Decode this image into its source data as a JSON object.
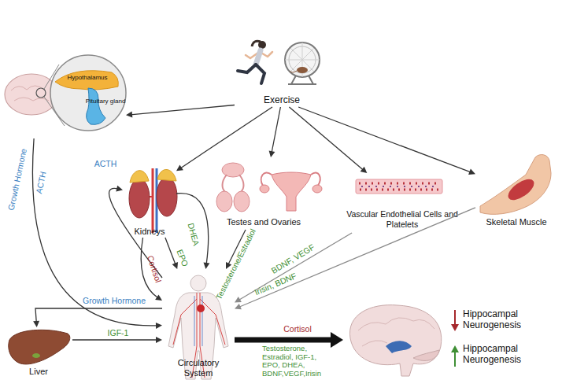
{
  "diagram": {
    "nodes": [
      {
        "text": [
          "Exercise"
        ]
      },
      {
        "text": [
          "Hypothalamus",
          "Pituitary gland"
        ]
      },
      {
        "text": [
          "Kidneys"
        ]
      },
      {
        "text": [
          "Testes and Ovaries"
        ]
      },
      {
        "text": [
          "Vascular Endothelial Cells and Platelets"
        ]
      },
      {
        "text": [
          "Skeletal Muscle"
        ]
      },
      {
        "text": [
          "Liver"
        ]
      },
      {
        "text": [
          "Circulatory System"
        ]
      },
      {
        "text": [
          "Hippocampal Neurogenesis",
          "Hippocampal Neurogenesis"
        ]
      }
    ],
    "edges": [
      {
        "from": 0,
        "to": 1,
        "arrow": "to"
      },
      {
        "from": 0,
        "to": 2,
        "arrow": "to"
      },
      {
        "from": 0,
        "to": 3,
        "arrow": "to"
      },
      {
        "from": 0,
        "to": 4,
        "arrow": "to"
      },
      {
        "from": 0,
        "to": 5,
        "arrow": "to"
      },
      {
        "from": 1,
        "to": 7,
        "label": "Growth Hormone",
        "arrow": "to"
      },
      {
        "from": 7,
        "to": 2,
        "label": "ACTH",
        "arrow": "to"
      },
      {
        "from": 2,
        "to": 7,
        "label": "EPO",
        "arrow": "to"
      },
      {
        "from": 2,
        "to": 7,
        "label": "Cortisol",
        "arrow": "to"
      },
      {
        "from": 2,
        "to": 7,
        "label": "DHEA",
        "arrow": "to"
      },
      {
        "from": 3,
        "to": 7,
        "label": "Testosterone/Estradiol",
        "arrow": "to"
      },
      {
        "from": 4,
        "to": 7,
        "label": "BDNF, VEGF",
        "arrow": "to"
      },
      {
        "from": 5,
        "to": 7,
        "label": "Irisin, BDNF",
        "arrow": "to"
      },
      {
        "from": 7,
        "to": 6,
        "label": "Growth Hormone",
        "arrow": "to"
      },
      {
        "from": 6,
        "to": 7,
        "label": "IGF-1",
        "arrow": "to"
      },
      {
        "from": 7,
        "to": 8,
        "label": "Cortisol",
        "arrow": "to"
      }
    ],
    "labels": [
      "ACTH",
      "Testosterone, Estradiol, IGF-1, EPO, DHEA, BDNF,VEGF,Irisin"
    ]
  }
}
